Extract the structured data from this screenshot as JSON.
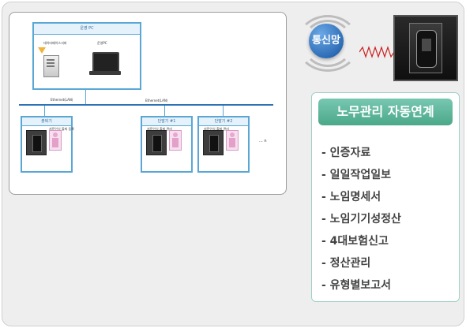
{
  "diagram": {
    "pc_box_title": "운영 PC",
    "server_label": "데이터베이스서버",
    "pc_label": "운영PC",
    "network_label_left": "Ethernet(LAN)",
    "network_label_right": "Ethernet(LAN)",
    "devices": [
      {
        "title": "출퇴기",
        "caption": "지문인식 출퇴 등록"
      },
      {
        "title": "단말기 #1",
        "caption": "지문인식 출퇴 관리"
      },
      {
        "title": "단말기 #2",
        "caption": "지문인식 출퇴 관리"
      }
    ],
    "more_label": "... n"
  },
  "network": {
    "label": "통신망",
    "colors": {
      "circle": "#2f6db7",
      "zigzag": "#cc2222"
    }
  },
  "labor": {
    "title": "노무관리 자동연계",
    "items": [
      "- 인증자료",
      "- 일일작업일보",
      "- 노임명세서",
      "- 노임기기성정산",
      "- 4대보험신고",
      "- 정산관리",
      "- 유형별보고서"
    ],
    "colors": {
      "title_bg": "#5bb69a",
      "border": "#9fd0c7"
    }
  }
}
